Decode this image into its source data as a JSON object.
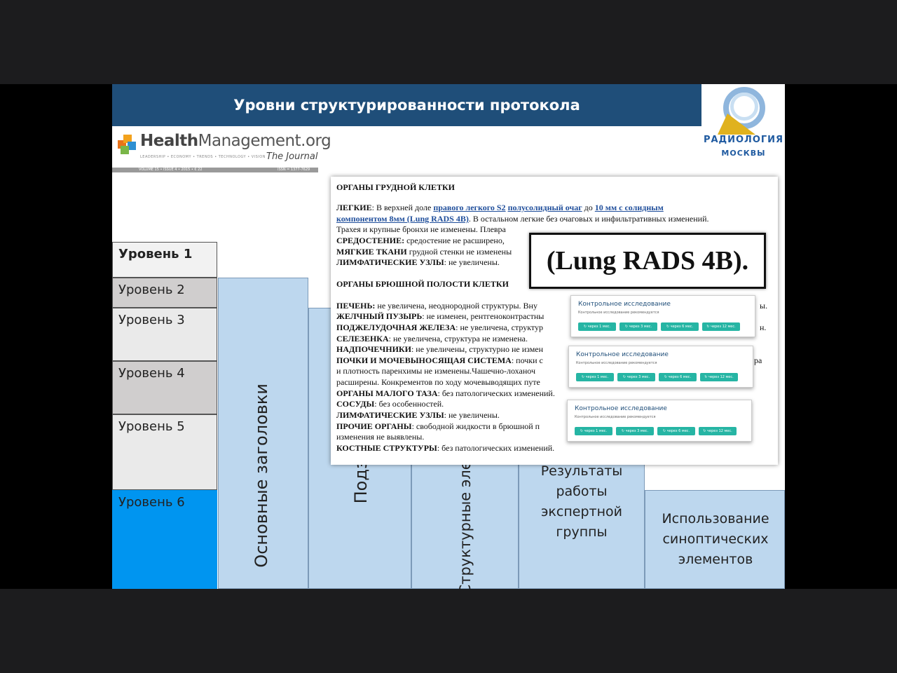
{
  "slide": {
    "title": "Уровни структурированности протокола",
    "colors": {
      "title_bar": "#1f4e79",
      "column_fill": "#bdd7ee",
      "level6_fill": "#0095f0",
      "card_button": "#26b5a4"
    }
  },
  "logo_right": {
    "name": "РАДИОЛОГИЯ",
    "city": "МОСКВЫ"
  },
  "logo_left": {
    "brand_bold": "Health",
    "brand_rest": "Management.org",
    "journal": "The Journal",
    "tagline": "LEADERSHIP • ECONOMY • TRENDS • TECHNOLOGY • VISION",
    "strip_left": "VOLUME 15 • ISSUE 4 • 2015 • € 22",
    "strip_right": "ISSN = 1377-7629"
  },
  "levels": [
    "Уровень 1",
    "Уровень 2",
    "Уровень 3",
    "Уровень 4",
    "Уровень 5",
    "Уровень 6"
  ],
  "columns": {
    "c1": "Основные заголовки",
    "c2": "Подзаголовки",
    "c3": "Структурные элементы",
    "c4": "Результаты работы экспертной группы",
    "c5": "Использование синоптических элементов"
  },
  "doc": {
    "h1": "ОРГАНЫ ГРУДНОЙ КЛЕТКИ",
    "l1_label": "ЛЕГКИЕ",
    "l1_text": ": В верхней доле ",
    "l1_link1": "правого легкого S2",
    "l1_link2": "полусолидный очаг",
    "l1_mid": " до ",
    "l1_link3": "10 мм с солидным",
    "l2_link": "компонентом 8мм (Lung RADS 4B)",
    "l2_text": ". В остальном легкие без очаговых и инфильтративных изменений.",
    "l3": "Трахея и крупные бронхи не изменены. Плевра",
    "l4_label": "СРЕДОСТЕНИЕ:",
    "l4_text": " средостение не расширено,",
    "l5_label": "МЯГКИЕ ТКАНИ",
    "l5_text": " грудной стенки не изменены",
    "l6_label": "ЛИМФАТИЧЕСКИЕ УЗЛЫ",
    "l6_text": ":  не увеличены.",
    "h2": "ОРГАНЫ БРЮШНОЙ ПОЛОСТИ КЛЕТКИ",
    "a1_label": "ПЕЧЕНЬ:",
    "a1_text": " не увеличена,  неоднородной структуры.  Вну",
    "a2_label": "ЖЕЛЧНЫЙ ПУЗЫРЬ",
    "a2_text": ": не изменен, рентгеноконтрастны",
    "a3_label": "ПОДЖЕЛУДОЧНАЯ ЖЕЛЕЗА",
    "a3_text": ": не увеличена, структур",
    "a4_label": "СЕЛЕЗЕНКА",
    "a4_text": ": не увеличена, структура не изменена.",
    "a5_label": "НАДПОЧЕЧНИКИ",
    "a5_text": ":  не увеличены, структурно не измен",
    "a6_label": "ПОЧКИ И МОЧЕВЫНОСЯЩАЯ СИСТЕМА",
    "a6_text": ": почки с",
    "a7": "и плотность паренхимы  не изменены.Чашечно-лоханоч",
    "a8": "расширены. Конкрементов по ходу мочевыводящих путе",
    "a9_label": "ОРГАНЫ МАЛОГО ТАЗА",
    "a9_text": ": без патологических изменений.",
    "a10_label": "СОСУДЫ",
    "a10_text": ": без особенностей.",
    "a11_label": "ЛИМФАТИЧЕСКИЕ УЗЛЫ",
    "a11_text": ":  не увеличены.",
    "a12_label": "ПРОЧИЕ ОРГАНЫ",
    "a12_text": ": свободной жидкости в брюшной п",
    "a13": "изменения не выявлены.",
    "a14_label": "КОСТНЫЕ СТРУКТУРЫ",
    "a14_text": ":  без патологических изменений.",
    "right1": "ы.",
    "right2": "н.",
    "right3": "ра"
  },
  "rads_zoom": "(Lung RADS 4B).",
  "cards": [
    {
      "title": "Контрольное исследование",
      "subtitle": "Контрольное исследование рекомендуется",
      "buttons": [
        "↻ через 1 мес.",
        "↻ через 3 мес.",
        "↻ через 6 мес.",
        "↻ через 12 мес."
      ]
    },
    {
      "title": "Контрольное исследование",
      "subtitle": "Контрольное исследование рекомендуется",
      "buttons": [
        "↻ через 1 мес.",
        "↻ через 3 мес.",
        "↻ через 6 мес.",
        "↻ через 12 мес."
      ]
    },
    {
      "title": "Контрольное исследование",
      "subtitle": "Контрольное исследование рекомендуется",
      "buttons": [
        "↻ через 1 мес.",
        "↻ через 3 мес.",
        "↻ через 6 мес.",
        "↻ через 12 мес."
      ]
    }
  ]
}
